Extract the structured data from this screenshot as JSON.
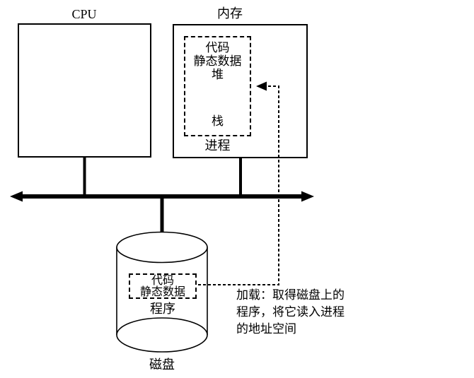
{
  "diagram": {
    "title_hint": "loading a program from disk into a process",
    "colors": {
      "ink": "#000000",
      "background": "#ffffff"
    },
    "cpu": {
      "label": "CPU"
    },
    "memory": {
      "label": "内存",
      "process_label": "进程",
      "segments": {
        "code": "代码",
        "static_data": "静态数据",
        "heap": "堆",
        "stack": "栈"
      }
    },
    "disk": {
      "label": "磁盘",
      "program_label": "程序",
      "segments": {
        "code": "代码",
        "static_data": "静态数据"
      }
    },
    "load_annotation": {
      "lines": [
        "加载：取得磁盘上的",
        "程序，将它读入进程",
        "的地址空间"
      ]
    }
  }
}
